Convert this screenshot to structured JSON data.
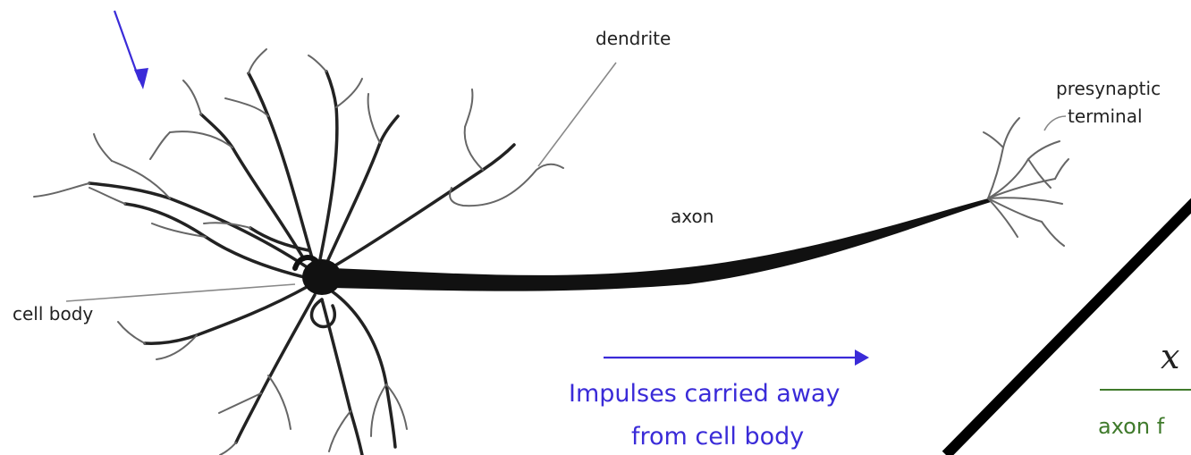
{
  "labels": {
    "dendrite": "dendrite",
    "presynaptic_line1": "presynaptic",
    "presynaptic_line2": "terminal",
    "axon": "axon",
    "cell_body": "cell body",
    "impulse_line1": "Impulses carried away",
    "impulse_line2": "from cell body",
    "axon_partial": "axon f",
    "math_partial": "x"
  },
  "colors": {
    "arrow_blue": "#3a2bd8",
    "label_green": "#3f7a2b",
    "neuron_black": "#111111"
  }
}
